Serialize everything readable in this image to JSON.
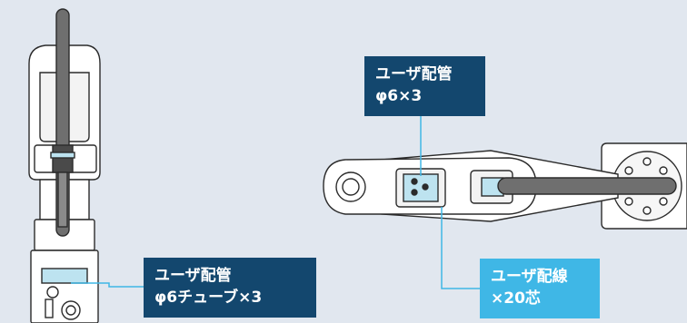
{
  "colors": {
    "background": "#e1e7ef",
    "label_dark": "#13476e",
    "label_cyan": "#3fb7e6",
    "robot_body": "#ffffff",
    "robot_outline": "#2b2b2b",
    "arm_gray": "#6f6f6f",
    "port_fill": "#bde3f0"
  },
  "labels": {
    "pipe_top_line1": "ユーザ配管",
    "pipe_top_line2": "φ6×3",
    "wire_line1": "ユーザ配線",
    "wire_line2": "×20芯",
    "pipe_side_line1": "ユーザ配管",
    "pipe_side_line2": "φ6チューブ×3"
  }
}
